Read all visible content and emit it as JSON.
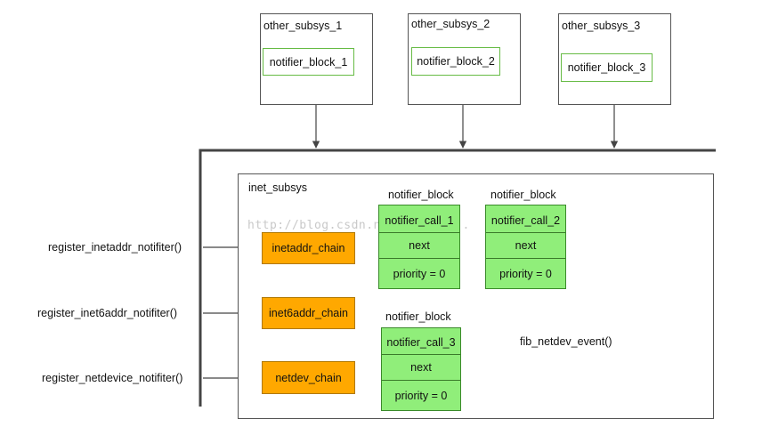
{
  "subsystems": [
    {
      "title": "other_subsys_1",
      "block": "notifier_block_1"
    },
    {
      "title": "other_subsys_2",
      "block": "notifier_block_2"
    },
    {
      "title": "other_subsys_3",
      "block": "notifier_block_3"
    }
  ],
  "inet": {
    "title": "inet_subsys",
    "chains": [
      "inetaddr_chain",
      "inet6addr_chain",
      "netdev_chain"
    ],
    "blocks": [
      {
        "heading": "notifier_block",
        "call": "notifier_call_1",
        "next": "next",
        "priority": "priority = 0"
      },
      {
        "heading": "notifier_block",
        "call": "notifier_call_2",
        "next": "next",
        "priority": "priority = 0"
      },
      {
        "heading": "notifier_block",
        "call": "notifier_call_3",
        "next": "next",
        "priority": "priority = 0"
      }
    ],
    "callback": "fib_netdev_event()"
  },
  "register_functions": [
    "register_inetaddr_notifiter()",
    "register_inet6addr_notifiter()",
    "register_netdevice_notifiter()"
  ],
  "watermark": "http://blog.csdn.net/...378..."
}
